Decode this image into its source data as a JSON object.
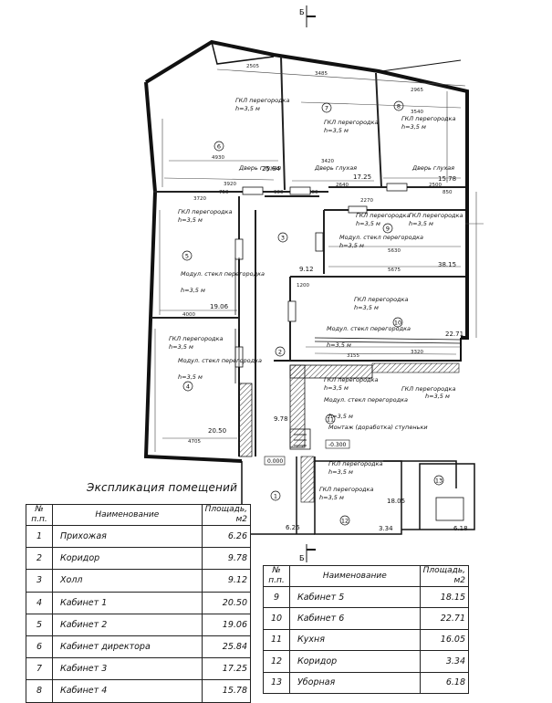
{
  "explication": {
    "title": "Экспликация помещений",
    "headers": {
      "num": "№ п.п.",
      "name": "Наименование",
      "area": "Площадь, м2"
    },
    "rows_left": [
      {
        "num": "1",
        "name": "Прихожая",
        "area": "6.26"
      },
      {
        "num": "2",
        "name": "Коридор",
        "area": "9.78"
      },
      {
        "num": "3",
        "name": "Холл",
        "area": "9.12"
      },
      {
        "num": "4",
        "name": "Кабинет 1",
        "area": "20.50"
      },
      {
        "num": "5",
        "name": "Кабинет 2",
        "area": "19.06"
      },
      {
        "num": "6",
        "name": "Кабинет директора",
        "area": "25.84"
      },
      {
        "num": "7",
        "name": "Кабинет 3",
        "area": "17.25"
      },
      {
        "num": "8",
        "name": "Кабинет 4",
        "area": "15.78"
      }
    ],
    "rows_right": [
      {
        "num": "9",
        "name": "Кабинет 5",
        "area": "18.15"
      },
      {
        "num": "10",
        "name": "Кабинет 6",
        "area": "22.71"
      },
      {
        "num": "11",
        "name": "Кухня",
        "area": "16.05"
      },
      {
        "num": "12",
        "name": "Коридор",
        "area": "3.34"
      },
      {
        "num": "13",
        "name": "Уборная",
        "area": "6.18"
      }
    ]
  },
  "plan": {
    "section_mark": "Б",
    "room_areas": [
      "25.84",
      "17.25",
      "15.78",
      "9.12",
      "38.15",
      "19.06",
      "22.71",
      "9.78",
      "20.50",
      "18.05",
      "6.26",
      "3.34",
      "6.18"
    ],
    "room_numbers": [
      "6",
      "7",
      "8",
      "3",
      "9",
      "5",
      "10",
      "2",
      "4",
      "11",
      "1",
      "12",
      "13"
    ],
    "notes": {
      "gkl": "ГКЛ перегородка",
      "height": "h=3,5 м",
      "glass": "Модул. стекл перегородка",
      "blind_door": "Дверь глухая",
      "stairs": "Монтаж (доработка) ступеньки",
      "level_top": "-0.300",
      "level_zero": "0.000"
    },
    "dims": [
      "2505",
      "3485",
      "2965",
      "3540",
      "4930",
      "3920",
      "3420",
      "2640",
      "2500",
      "2270",
      "3720",
      "5630",
      "5675",
      "4000",
      "3320",
      "3155",
      "4705",
      "1200",
      "900",
      "800",
      "850",
      "750"
    ]
  }
}
